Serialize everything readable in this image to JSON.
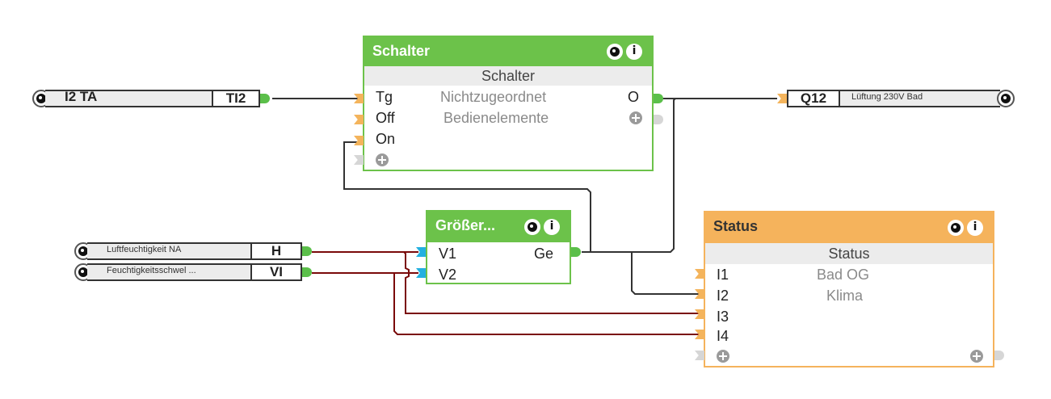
{
  "inputs": {
    "i2ta": {
      "name": "I2 TA",
      "tag": "TI2",
      "icon": "gear-icon"
    },
    "humidity": {
      "name": "Luftfeuchtigkeit NA",
      "tag": "H",
      "icon": "gear-icon"
    },
    "threshold": {
      "name": "Feuchtigkeitsschwel ...",
      "tag": "VI",
      "icon": "gear-icon"
    }
  },
  "outputs": {
    "q12": {
      "tag": "Q12",
      "name": "Lüftung 230V Bad",
      "icon": "gear-icon"
    }
  },
  "blocks": {
    "schalter": {
      "title": "Schalter",
      "subtitle": "Schalter",
      "color": "#6cc24a",
      "inputs": [
        "Tg",
        "Off",
        "On"
      ],
      "outputs": [
        "O"
      ],
      "info_lines": [
        "Nichtzugeordnet",
        "Bedienelemente"
      ]
    },
    "groesser": {
      "title": "Größer...",
      "color": "#6cc24a",
      "inputs": [
        "V1",
        "V2"
      ],
      "outputs": [
        "Ge"
      ]
    },
    "status": {
      "title": "Status",
      "subtitle": "Status",
      "color": "#f5b35c",
      "inputs": [
        "I1",
        "I2",
        "I3",
        "I4"
      ],
      "info_lines": [
        "Bad OG",
        "Klima"
      ]
    }
  },
  "wire_colors": {
    "digital": "#333333",
    "analog": "#7a0a0a"
  }
}
